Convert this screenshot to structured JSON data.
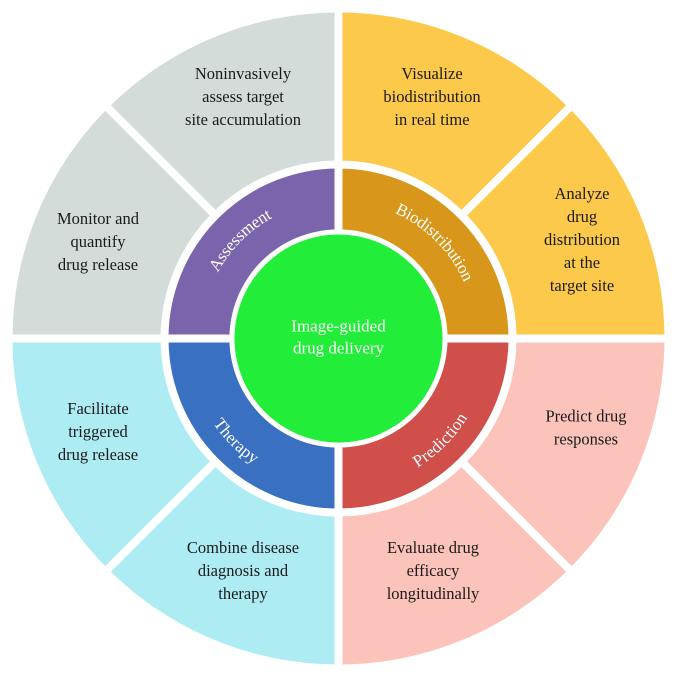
{
  "center": {
    "lines": [
      "Image-guided",
      "drug delivery"
    ],
    "color": "#22ee3a"
  },
  "ring": [
    {
      "label": "Biodistribution",
      "color": "#d8971b"
    },
    {
      "label": "Prediction",
      "color": "#d04f4a"
    },
    {
      "label": "Therapy",
      "color": "#3a70c2"
    },
    {
      "label": "Assessment",
      "color": "#7a65ad"
    }
  ],
  "outer": [
    {
      "lines": [
        "Visualize",
        "biodistribution",
        "in real time"
      ],
      "color": "#fdc94a"
    },
    {
      "lines": [
        "Analyze",
        "drug",
        "distribution",
        "at the",
        "target site"
      ],
      "color": "#fdc94a"
    },
    {
      "lines": [
        "Predict drug",
        "responses"
      ],
      "color": "#fcc3bb"
    },
    {
      "lines": [
        "Evaluate drug",
        "efficacy",
        "longitudinally"
      ],
      "color": "#fcc3bb"
    },
    {
      "lines": [
        "Combine disease",
        "diagnosis and",
        "therapy"
      ],
      "color": "#aeecf4"
    },
    {
      "lines": [
        "Facilitate",
        "triggered",
        "drug release"
      ],
      "color": "#aeecf4"
    },
    {
      "lines": [
        "Monitor and",
        "quantify",
        "drug release"
      ],
      "color": "#d3dcd8"
    },
    {
      "lines": [
        "Noninvasively",
        "assess target",
        "site accumulation"
      ],
      "color": "#d3dcd8"
    }
  ]
}
